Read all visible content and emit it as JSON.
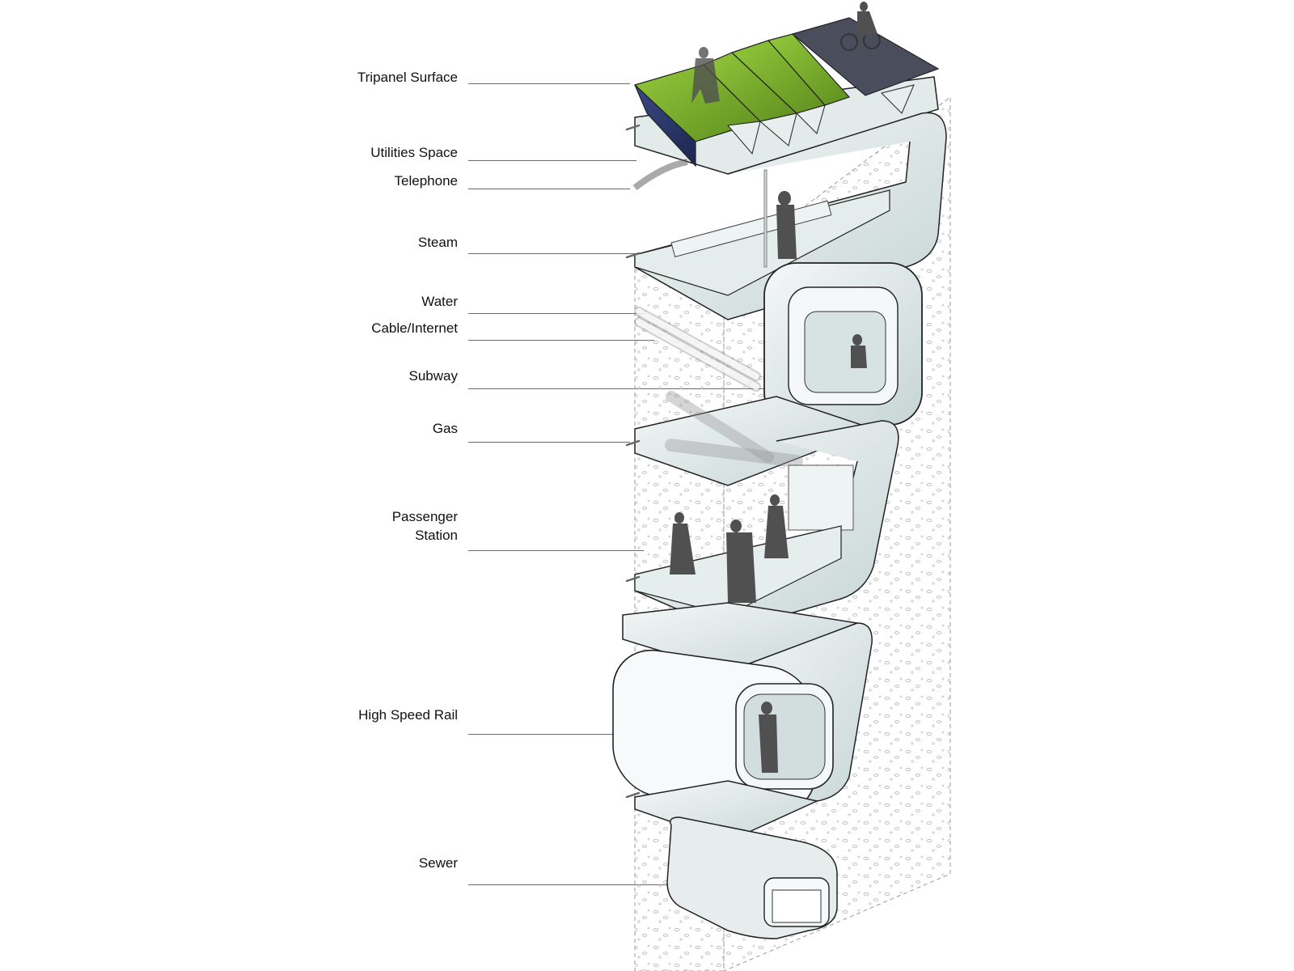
{
  "diagram": {
    "labels": [
      {
        "id": "tripanel-surface",
        "text": "Tripanel Surface"
      },
      {
        "id": "utilities-space",
        "text": "Utilities Space"
      },
      {
        "id": "telephone",
        "text": "Telephone"
      },
      {
        "id": "steam",
        "text": "Steam"
      },
      {
        "id": "water",
        "text": "Water"
      },
      {
        "id": "cable-internet",
        "text": "Cable/Internet"
      },
      {
        "id": "subway",
        "text": "Subway"
      },
      {
        "id": "gas",
        "text": "Gas"
      },
      {
        "id": "passenger-station-1",
        "text": "Passenger"
      },
      {
        "id": "passenger-station-2",
        "text": "Station"
      },
      {
        "id": "high-speed-rail",
        "text": "High Speed Rail"
      },
      {
        "id": "sewer",
        "text": "Sewer"
      }
    ],
    "colors": {
      "grass": "#7fb52e",
      "grass_dark": "#4f7d1c",
      "solar": "#2d3a6b",
      "asphalt": "#4a4e5c",
      "concrete": "#e9efef",
      "concrete_shade": "#c9d6d6",
      "soil_dots": "#b9b9b9",
      "silhouette": "#505050",
      "outline": "#222222",
      "leader": "#6b6b6b"
    }
  }
}
